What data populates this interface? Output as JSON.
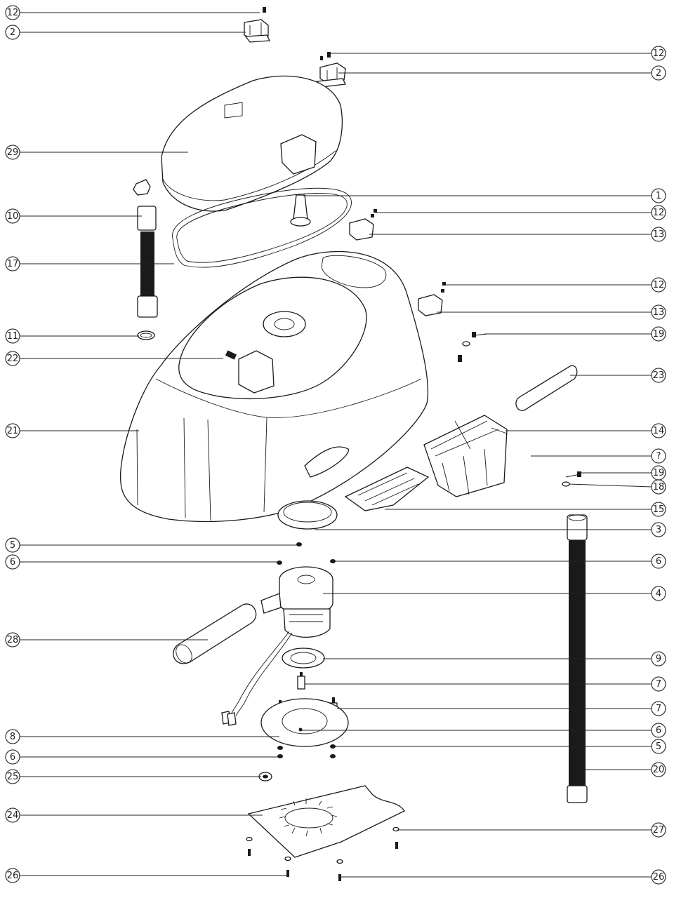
{
  "callouts": [
    {
      "id": "c-12-a",
      "label": "12"
    },
    {
      "id": "c-2-a",
      "label": "2"
    },
    {
      "id": "c-12-b",
      "label": "12"
    },
    {
      "id": "c-2-b",
      "label": "2"
    },
    {
      "id": "c-29",
      "label": "29"
    },
    {
      "id": "c-1",
      "label": "1"
    },
    {
      "id": "c-10",
      "label": "10"
    },
    {
      "id": "c-12-c",
      "label": "12"
    },
    {
      "id": "c-13-a",
      "label": "13"
    },
    {
      "id": "c-17",
      "label": "17"
    },
    {
      "id": "c-12-d",
      "label": "12"
    },
    {
      "id": "c-13-b",
      "label": "13"
    },
    {
      "id": "c-11",
      "label": "11"
    },
    {
      "id": "c-19-a",
      "label": "19"
    },
    {
      "id": "c-22",
      "label": "22"
    },
    {
      "id": "c-23",
      "label": "23"
    },
    {
      "id": "c-21",
      "label": "21"
    },
    {
      "id": "c-14",
      "label": "14"
    },
    {
      "id": "c-unknown",
      "label": "?"
    },
    {
      "id": "c-19-b",
      "label": "19"
    },
    {
      "id": "c-18",
      "label": "18"
    },
    {
      "id": "c-15",
      "label": "15"
    },
    {
      "id": "c-3",
      "label": "3"
    },
    {
      "id": "c-5-a",
      "label": "5"
    },
    {
      "id": "c-6-a",
      "label": "6"
    },
    {
      "id": "c-6-b",
      "label": "6"
    },
    {
      "id": "c-4",
      "label": "4"
    },
    {
      "id": "c-28",
      "label": "28"
    },
    {
      "id": "c-9",
      "label": "9"
    },
    {
      "id": "c-7-a",
      "label": "7"
    },
    {
      "id": "c-7-b",
      "label": "7"
    },
    {
      "id": "c-6-c",
      "label": "6"
    },
    {
      "id": "c-8",
      "label": "8"
    },
    {
      "id": "c-5-b",
      "label": "5"
    },
    {
      "id": "c-6-d",
      "label": "6"
    },
    {
      "id": "c-25",
      "label": "25"
    },
    {
      "id": "c-20",
      "label": "20"
    },
    {
      "id": "c-24",
      "label": "24"
    },
    {
      "id": "c-27",
      "label": "27"
    },
    {
      "id": "c-26-a",
      "label": "26"
    },
    {
      "id": "c-26-b",
      "label": "26"
    }
  ],
  "colors": {
    "line": "#1a1a1a",
    "highlight_callout": "#b59a2a"
  }
}
